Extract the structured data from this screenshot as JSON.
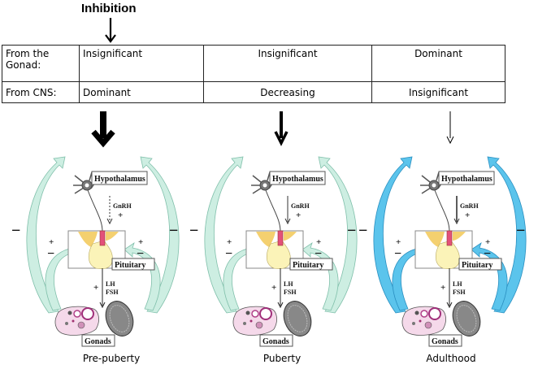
{
  "title": "Inhibition",
  "table": {
    "rows": [
      {
        "label": "From the Gonad:",
        "label_line1": "From the",
        "label_line2": "Gonad:",
        "values": [
          "Insignificant",
          "Insignificant",
          "Dominant"
        ]
      },
      {
        "label": "From CNS:",
        "values": [
          "Dominant",
          "Decreasing",
          "Insignificant"
        ]
      }
    ]
  },
  "cns_inhibition_strength": [
    "strong",
    "moderate",
    "weak"
  ],
  "panels": [
    {
      "stage": "Pre-puberty",
      "feedback_arrow_color": "#cdeee2",
      "gnrh_arrow_style": "dashed",
      "labels": {
        "hypothalamus": "Hypothalamus",
        "gnrh": "GnRH",
        "pituitary": "Pituitary",
        "lh": "LH",
        "fsh": "FSH",
        "gonads": "Gonads"
      }
    },
    {
      "stage": "Puberty",
      "feedback_arrow_color": "#cdeee2",
      "gnrh_arrow_style": "thin",
      "labels": {
        "hypothalamus": "Hypothalamus",
        "gnrh": "GnRH",
        "pituitary": "Pituitary",
        "lh": "LH",
        "fsh": "FSH",
        "gonads": "Gonads"
      }
    },
    {
      "stage": "Adulthood",
      "feedback_arrow_color": "#5bc4ec",
      "gnrh_arrow_style": "solid",
      "labels": {
        "hypothalamus": "Hypothalamus",
        "gnrh": "GnRH",
        "pituitary": "Pituitary",
        "lh": "LH",
        "fsh": "FSH",
        "gonads": "Gonads"
      }
    }
  ],
  "signs": {
    "plus": "+",
    "minus": "−"
  }
}
